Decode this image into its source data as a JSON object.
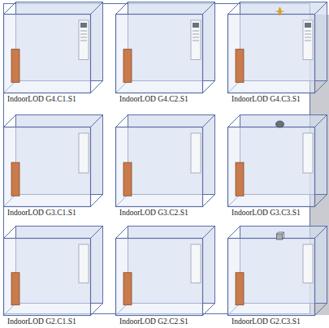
{
  "diagram": {
    "nodes": [
      {
        "text": [
          "IndoorLOD G4.C1.S1"
        ]
      },
      {
        "text": [
          "IndoorLOD G4.C2.S1"
        ]
      },
      {
        "text": [
          "IndoorLOD G4.C3.S1"
        ]
      },
      {
        "text": [
          "IndoorLOD G3.C1.S1"
        ]
      },
      {
        "text": [
          "IndoorLOD G3.C2.S1"
        ]
      },
      {
        "text": [
          "IndoorLOD G3.C3.S1"
        ]
      },
      {
        "text": [
          "IndoorLOD G2.C1.S1"
        ]
      },
      {
        "text": [
          "IndoorLOD G2.C2.S1"
        ]
      },
      {
        "text": [
          "IndoorLOD G2.C3.S1"
        ]
      }
    ]
  }
}
